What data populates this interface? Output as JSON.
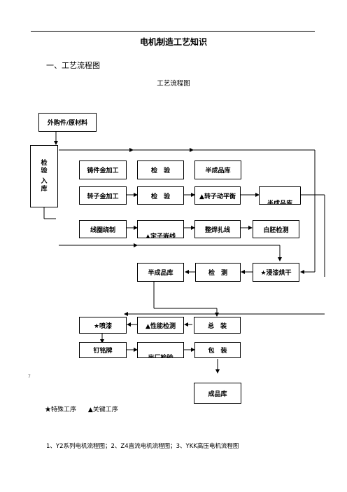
{
  "doc": {
    "title": "电机制造工艺知识",
    "section": "一、工艺流程图",
    "subtitle": "工艺流程图",
    "legend_special": "★特殊工序",
    "legend_key": "▲关键工序",
    "footnote": "1、Y2系列电机流程图；2、Z4直流电机流程图；3、YKK高压电机流程图",
    "stray_mark": "7"
  },
  "flow": {
    "purchased": "外购件/原材料",
    "inspect_store": [
      "检",
      "验",
      "入",
      "库"
    ],
    "castings": "铸件金加工",
    "inspect1": "检　验",
    "semi_store1": "半成品库",
    "rotor_machining": "转子金加工",
    "inspect2": "检　验",
    "rotor_balance": "▲转子动平衡",
    "semi_store_cut": "半成品库",
    "coil_winding": "线圈绕制",
    "stator_embed": "▲定子嵌线",
    "weld_bind": "整焊扎线",
    "embryo_test": "白胚检测",
    "semi_store2": "半成品库",
    "test": "检　测",
    "dip_dry": "★浸漆烘干",
    "spray": "★喷漆",
    "perf_test": "▲性能检测",
    "assembly": "总　装",
    "nameplate": "钉铭牌",
    "factory_test": "出厂检验",
    "packing": "包　装",
    "finished_store": "成品库"
  }
}
